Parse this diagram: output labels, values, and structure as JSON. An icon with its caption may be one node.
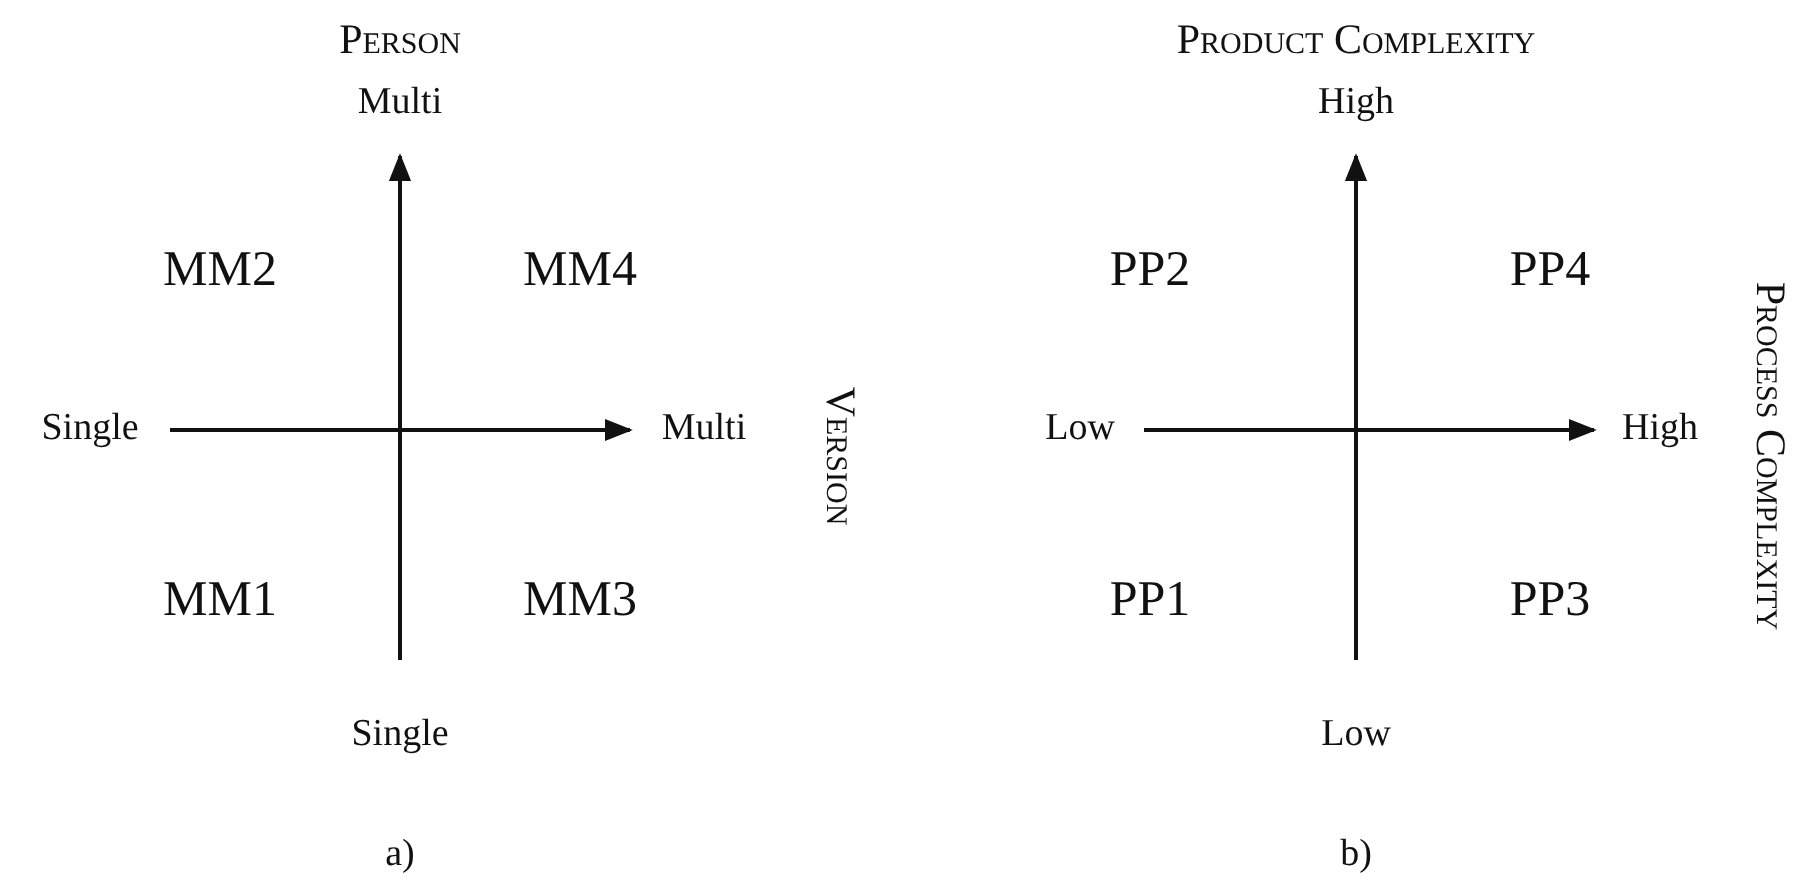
{
  "diagram": {
    "labels": [
      "Person",
      "Multi",
      "MM2",
      "MM4",
      "Single",
      "Multi",
      "Version",
      "MM1",
      "MM3",
      "Single",
      "a)",
      "Product Complexity",
      "High",
      "PP2",
      "PP4",
      "Low",
      "High",
      "Process Complexity",
      "PP1",
      "PP3",
      "Low",
      "b)"
    ]
  }
}
